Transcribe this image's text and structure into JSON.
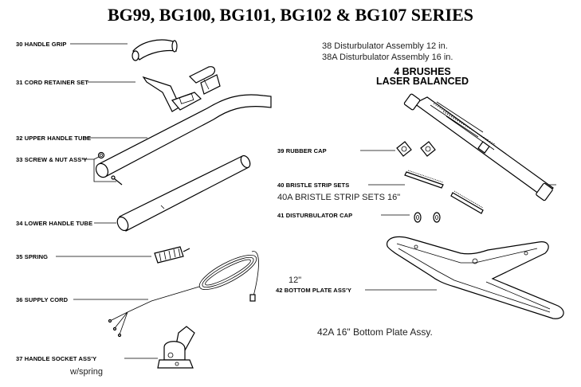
{
  "title": "BG99, BG100, BG101, BG102 & BG107 SERIES",
  "parts": {
    "p30": "30  HANDLE GRIP",
    "p31": "31  CORD RETAINER SET",
    "p32": "32  UPPER HANDLE TUBE",
    "p33": "33  SCREW & NUT ASS'Y",
    "p34": "34  LOWER HANDLE TUBE",
    "p35": "35  SPRING",
    "p36": "36  SUPPLY CORD",
    "p37": "37  HANDLE SOCKET ASS'Y",
    "p37_note": "w/spring",
    "p38": "38 Disturbulator Assembly 12 in.",
    "p38a": "38A Disturbulator Assembly 16 in.",
    "brush_note_line1": "4 BRUSHES",
    "brush_note_line2": "LASER BALANCED",
    "p39": "39  RUBBER CAP",
    "p40": "40  BRISTLE STRIP SETS",
    "p40a": "40A BRISTLE STRIP SETS 16\"",
    "p41": "41  DISTURBULATOR CAP",
    "p42_note": "12\"",
    "p42": "42  BOTTOM PLATE ASS'Y",
    "p42a": "42A 16\" Bottom Plate Assy."
  }
}
